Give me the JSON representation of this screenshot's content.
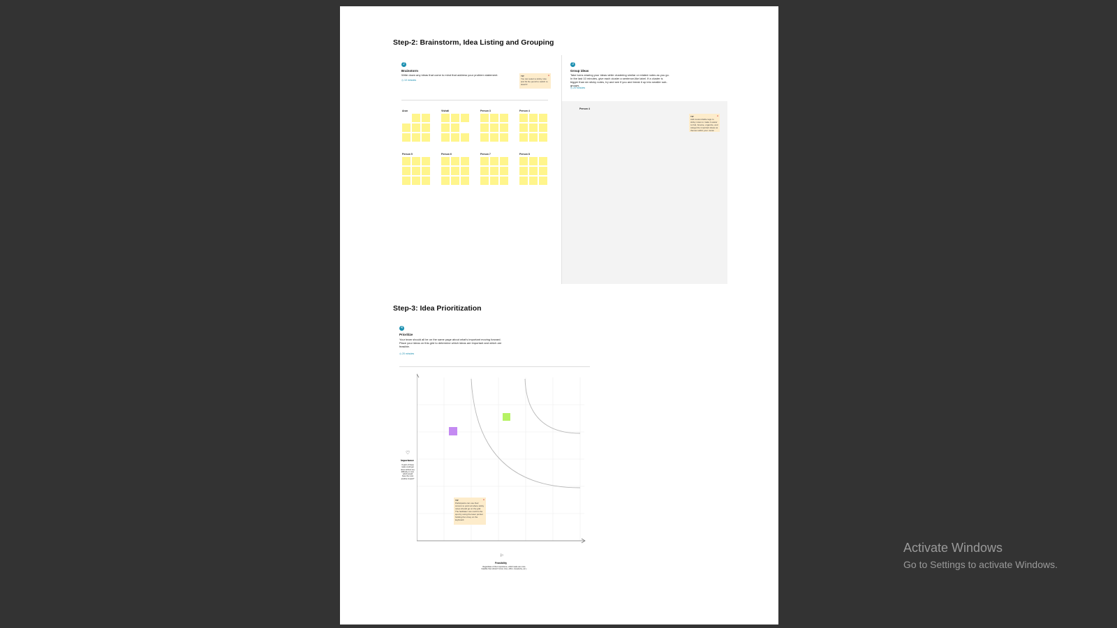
{
  "step2": {
    "heading": "Step-2: Brainstorm, Idea Listing and Grouping",
    "brainstorm": {
      "num": "2",
      "title": "Brainstorm",
      "desc": "Write down any ideas that come to mind that address your problem statement.",
      "time": "10 minutes",
      "tip": {
        "label": "TIP",
        "text": "You can select a sticky note and hit the pencil to switch to sketch!"
      }
    },
    "group": {
      "num": "3",
      "title": "Group ideas",
      "desc": "Take turns sharing your ideas while clustering similar or related notes as you go. In the last 10 minutes, give each cluster a sentence-like label. If a cluster is bigger than six sticky notes, try and see if you and break it up into smaller sub-groups.",
      "time": "20 minutes",
      "tip": {
        "label": "TIP",
        "text": "Add customizable tags to sticky notes to make it easier to find, browse, organize, and categorize important ideas as themes within your mural."
      }
    },
    "persons": [
      "Arun",
      "Vishali",
      "Person 3",
      "Person 4",
      "Person 5",
      "Person 6",
      "Person 7",
      "Person 8"
    ],
    "person_note": "Person 4"
  },
  "step3": {
    "heading": "Step-3: Idea Prioritization",
    "num": "4",
    "title": "Prioritize",
    "desc": "Your team should all be on the same page about what's important moving forward. Place your ideas on this grid to determine which ideas are important and which are feasible.",
    "time": "20 minutes",
    "y_title": "Importance",
    "y_desc": "If each of these tasks could get done without any difficulty or cost, which would have the most positive impact?",
    "x_title": "Feasibility",
    "x_desc": "Regardless of their importance, which tasks are more feasible than others? (Cost, time, effort, complexity, etc.)",
    "tip": {
      "label": "TIP",
      "text": "Participants can use their cursors to point at where sticky notes should go on the grid. The facilitator can confirm the spot by using the laser pointer holding the H key on the keyboard."
    }
  },
  "watermark": {
    "title": "Activate Windows",
    "subtitle": "Go to Settings to activate Windows."
  },
  "colors": {
    "backdrop": "#333333",
    "sticky": "#fff58c",
    "tip": "#fdeccb",
    "accent": "#1a8fb0",
    "panel": "#f3f3f3"
  }
}
